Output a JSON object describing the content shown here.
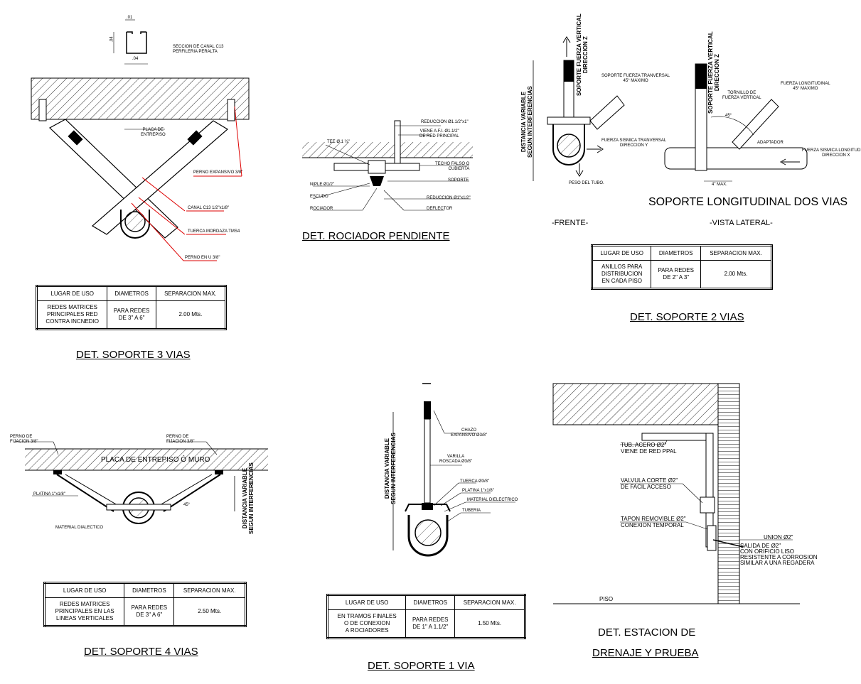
{
  "det3": {
    "title": "DET. SOPORTE 3 VIAS",
    "section_label": "SECCION DE CANAL C13\nPERFILERIA PERALTA",
    "dim_top": ".01",
    "dim_side": ".04",
    "dim_bottom": ".04",
    "placa": "PLACA DE\nENTREPISO",
    "perno_expansivo": "PERNO EXPANSIVO 3/8\"",
    "canal": "CANAL C13 1/2\"x1/8\"",
    "tuerca": "TUERCA MORDAZA TMS4",
    "perno_u": "PERNO EN U 3/8\"",
    "table": {
      "headers": [
        "LUGAR DE USO",
        "DIAMETROS",
        "SEPARACION MAX."
      ],
      "row": [
        "REDES MATRICES\nPRINCIPALES RED\nCONTRA INCNEDIO",
        "PARA REDES\nDE 3\" A 6\"",
        "2.00 Mts."
      ]
    }
  },
  "rociador": {
    "title": "DET. ROCIADOR PENDIENTE",
    "tee": "TEE Ø 1 ½\"",
    "reduccion1": "REDUCCION Ø1.1/2\"x1\"",
    "viene": "VIENE A.F.I. Ø1.1/2\"\nDE RED PRINCIPAL",
    "techo": "TECHO FALSO O\nCUBIERTA",
    "soporte": "SOPORTE",
    "niple": "NIPLE Ø1/2\"",
    "escudo": "ESCUDO",
    "reduccion2": "REDUCCION Ø1\"x1/2\"",
    "rociador_lbl": "ROCIADOR",
    "deflector": "DEFLECTOR"
  },
  "det2": {
    "title": "DET. SOPORTE 2 VIAS",
    "longitudinal_title": "SOPORTE LONGITUDINAL DOS VIAS",
    "frente": "-FRENTE-",
    "lateral": "-VISTA LATERAL-",
    "distancia": "DISTANCIA VARIABLE\nSEGUN INTERFERENCIAS",
    "soporte_vertical_1": "SOPORTE FUERZA VERTICAL\nDIRECCION Z",
    "soporte_vertical_2": "SOPORTE FUERZA VERTICAL\nDIRECCION Z",
    "transversal": "SOPORTE FUERZA TRANVERSAL\n45° MAXIMO",
    "sismica_trans": "FUERZA SISMICA TRANVERSAL\nDIRECCION Y",
    "peso": "PESO DEL TUBO.",
    "longitudinal": "FUERZA LONGITUDINAL\n45° MAXIMO",
    "tornillo": "TORNILLO DE\nFUERZA VERTICAL",
    "angle": "45°",
    "adaptador": "ADAPTADOR",
    "sismica_long": "FUERZA SISMICA LONGITUDINAL\nDIRECCION X",
    "max": "4\" MAX.",
    "table": {
      "headers": [
        "LUGAR DE USO",
        "DIAMETROS",
        "SEPARACION MAX."
      ],
      "row": [
        "ANILLOS PARA\nDISTRIBUCION\nEN CADA PISO",
        "PARA REDES\nDE 2\" A 3\"",
        "2.00 Mts."
      ]
    }
  },
  "det4": {
    "title": "DET. SOPORTE 4 VIAS",
    "perno_fijacion_1": "PERNO DE\nFIJACION 3/8\"",
    "perno_fijacion_2": "PERNO DE\nFIJACION 3/8\"",
    "placa": "PLACA DE ENTREPISO Ó MURO",
    "platina": "PLATINA 1\"x1/8\"",
    "angle": "45°",
    "material": "MATERIAL DIALECTICO",
    "distancia": "DISTANCIA VARIABLE\nSEGUN INTERFERENCIAS",
    "table": {
      "headers": [
        "LUGAR DE USO",
        "DIAMETROS",
        "SEPARACION MAX."
      ],
      "row": [
        "REDES MATRICES\nPRINCIPALES EN LAS\nLINEAS VERTICALES",
        "PARA REDES\nDE 3\" A 6\"",
        "2.50 Mts."
      ]
    }
  },
  "det1": {
    "title": "DET. SOPORTE 1 VIA",
    "chazo": "CHAZO\nEXPANSIVO Ø3/8\"",
    "varilla": "VARILLA\nROSCADA Ø3/8\"",
    "tuerca": "TUERCA Ø3/8\"",
    "platina": "PLATINA 1\"x1/8\"",
    "material": "MATERIAL DIELECTRICO",
    "tuberia": "TUBERIA",
    "distancia": "DISTANCIA VARIABLE\nSEGUN INTERFERENCIAS",
    "table": {
      "headers": [
        "LUGAR DE USO",
        "DIAMETROS",
        "SEPARACION MAX."
      ],
      "row": [
        "EN TRAMOS FINALES\nO DE CONEXION\nA ROCIADORES",
        "PARA REDES\nDE 1\" A 1.1/2\"",
        "1.50 Mts."
      ]
    }
  },
  "drenaje": {
    "title_1": "DET. ESTACION DE",
    "title_2": "DRENAJE Y PRUEBA",
    "tub": "TUB. ACERO Ø2\"\nVIENE DE RED PPAL",
    "valvula": "VALVULA CORTE Ø2\"\nDE FACIL ACCESO",
    "tapon": "TAPON REMOVIBLE Ø2\"\nCONEXION TEMPORAL",
    "union": "UNION Ø2\"",
    "salida": "SALIDA DE Ø2\"\nCON ORIFICIO LISO\nRESISTENTE A CORROSION\nSIMILAR A UNA REGADERA",
    "piso": "PISO"
  }
}
